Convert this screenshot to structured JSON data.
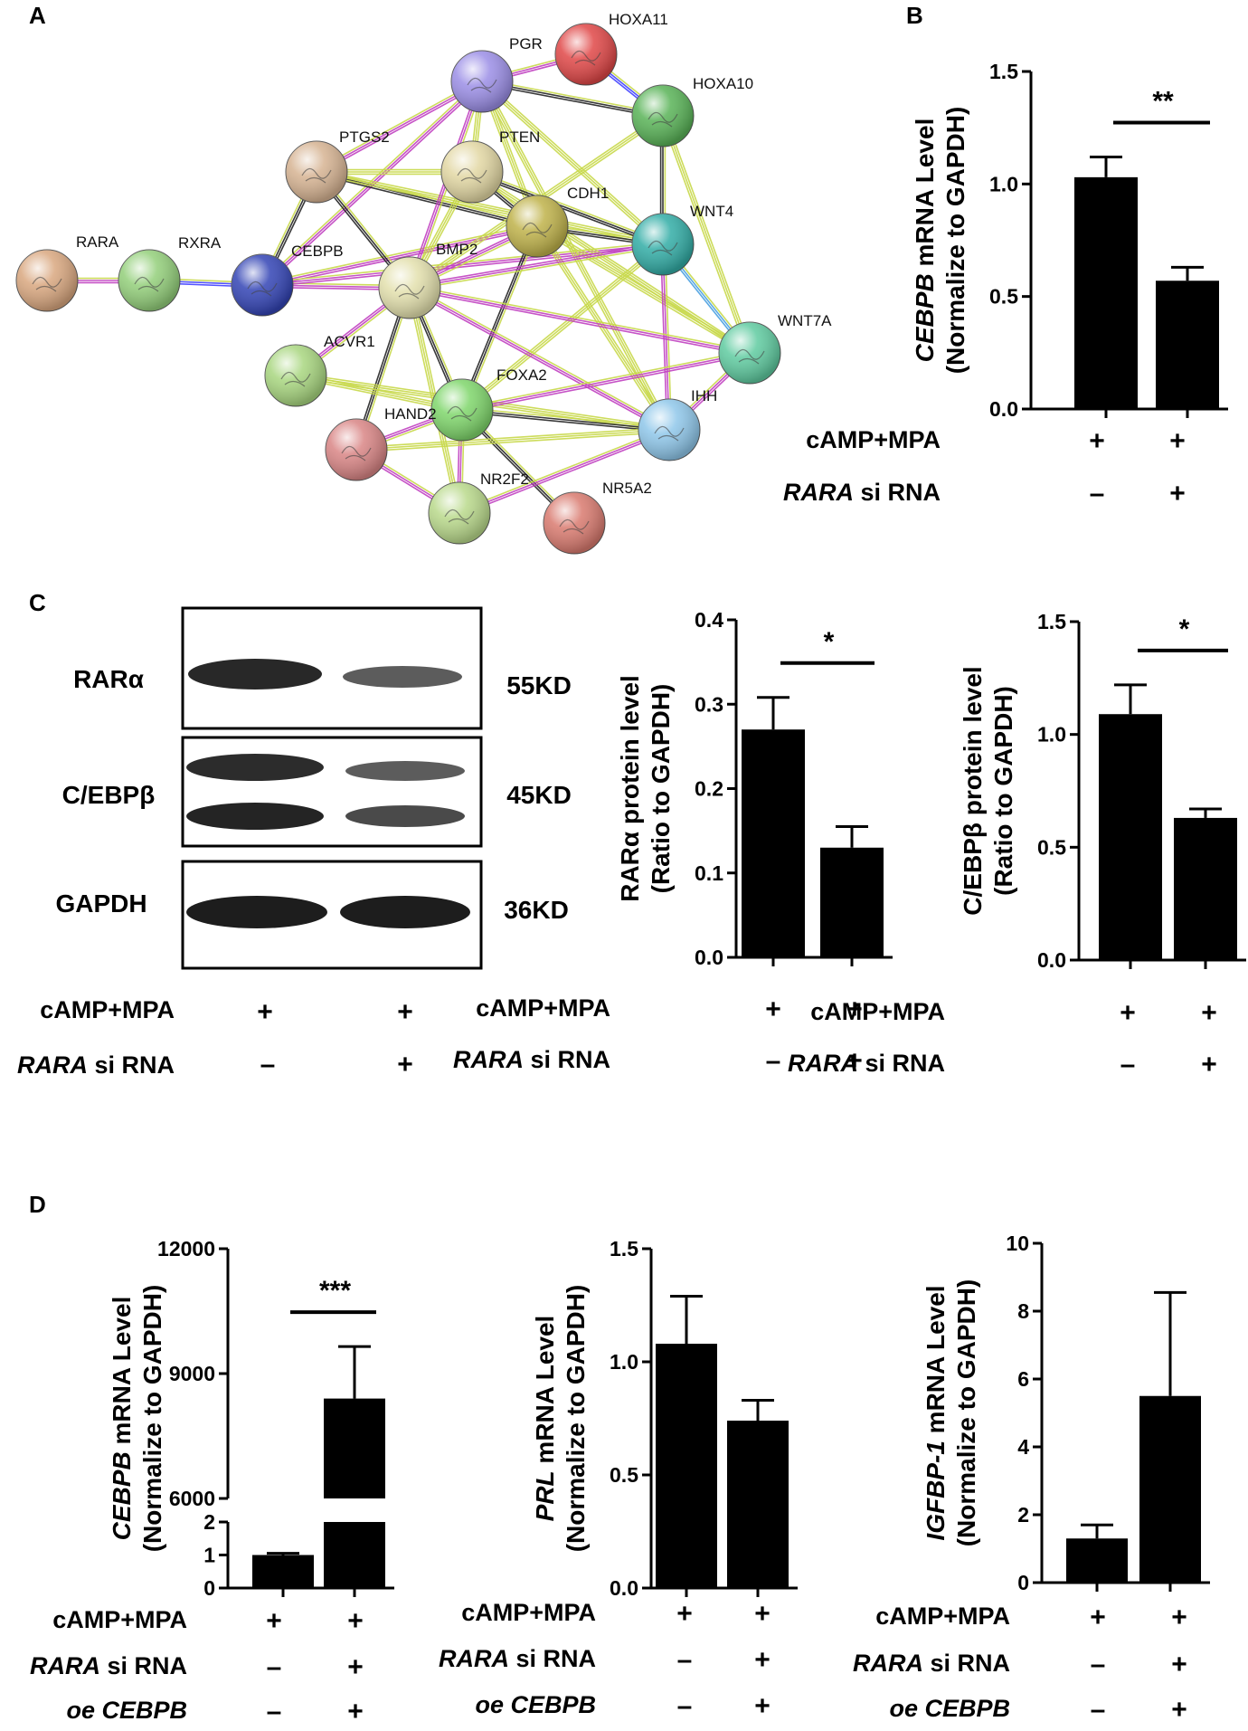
{
  "panels": [
    {
      "id": "A",
      "label": "A"
    },
    {
      "id": "B",
      "label": "B"
    },
    {
      "id": "C",
      "label": "C"
    },
    {
      "id": "D",
      "label": "D"
    }
  ],
  "network": {
    "nodes": [
      {
        "id": "RARA",
        "label": "RARA",
        "color": "#d9a77f"
      },
      {
        "id": "RXRA",
        "label": "RXRA",
        "color": "#93cf7a"
      },
      {
        "id": "CEBPB",
        "label": "CEBPB",
        "color": "#3344b5"
      },
      {
        "id": "PTGS2",
        "label": "PTGS2",
        "color": "#d6b392"
      },
      {
        "id": "PGR",
        "label": "PGR",
        "color": "#9b8ee6"
      },
      {
        "id": "HOXA11",
        "label": "HOXA11",
        "color": "#e04747"
      },
      {
        "id": "HOXA10",
        "label": "HOXA10",
        "color": "#59b357"
      },
      {
        "id": "PTEN",
        "label": "PTEN",
        "color": "#e2d7a3"
      },
      {
        "id": "CDH1",
        "label": "CDH1",
        "color": "#bfb24a"
      },
      {
        "id": "WNT4",
        "label": "WNT4",
        "color": "#32ada6"
      },
      {
        "id": "BMP2",
        "label": "BMP2",
        "color": "#e3e0ad"
      },
      {
        "id": "ACVR1",
        "label": "ACVR1",
        "color": "#a8d67f"
      },
      {
        "id": "WNT7A",
        "label": "WNT7A",
        "color": "#5fcba0"
      },
      {
        "id": "FOXA2",
        "label": "FOXA2",
        "color": "#7fd66b"
      },
      {
        "id": "HAND2",
        "label": "HAND2",
        "color": "#d98585"
      },
      {
        "id": "IHH",
        "label": "IHH",
        "color": "#8fc7ea"
      },
      {
        "id": "NR2F2",
        "label": "NR2F2",
        "color": "#b9d98b"
      },
      {
        "id": "NR5A2",
        "label": "NR5A2",
        "color": "#d97a6f"
      }
    ],
    "edges": [
      [
        "RARA",
        "RXRA",
        "#c040c0"
      ],
      [
        "RXRA",
        "CEBPB",
        "#4040ff"
      ],
      [
        "CEBPB",
        "PTGS2",
        "#222222"
      ],
      [
        "CEBPB",
        "PGR",
        "#c040c0"
      ],
      [
        "CEBPB",
        "BMP2",
        "#c040c0"
      ],
      [
        "CEBPB",
        "CDH1",
        "#c040c0"
      ],
      [
        "CEBPB",
        "WNT4",
        "#c040c0"
      ],
      [
        "PTGS2",
        "PGR",
        "#c040c0"
      ],
      [
        "PTGS2",
        "PTEN",
        "#c8d84a"
      ],
      [
        "PTGS2",
        "CDH1",
        "#222222"
      ],
      [
        "PTGS2",
        "BMP2",
        "#222222"
      ],
      [
        "PTGS2",
        "WNT4",
        "#c8d84a"
      ],
      [
        "PGR",
        "HOXA11",
        "#c040c0"
      ],
      [
        "PGR",
        "HOXA10",
        "#222222"
      ],
      [
        "PGR",
        "PTEN",
        "#c8d84a"
      ],
      [
        "PGR",
        "WNT4",
        "#c8d84a"
      ],
      [
        "PGR",
        "BMP2",
        "#c040c0"
      ],
      [
        "PGR",
        "CDH1",
        "#c8d84a"
      ],
      [
        "PGR",
        "IHH",
        "#c8d84a"
      ],
      [
        "HOXA11",
        "HOXA10",
        "#4040ff"
      ],
      [
        "HOXA10",
        "WNT4",
        "#222222"
      ],
      [
        "HOXA10",
        "BMP2",
        "#c8d84a"
      ],
      [
        "HOXA10",
        "WNT7A",
        "#c8d84a"
      ],
      [
        "PTEN",
        "CDH1",
        "#222222"
      ],
      [
        "PTEN",
        "WNT4",
        "#222222"
      ],
      [
        "PTEN",
        "BMP2",
        "#c8d84a"
      ],
      [
        "PTEN",
        "WNT7A",
        "#c8d84a"
      ],
      [
        "CDH1",
        "WNT4",
        "#222222"
      ],
      [
        "CDH1",
        "BMP2",
        "#c040c0"
      ],
      [
        "CDH1",
        "FOXA2",
        "#222222"
      ],
      [
        "CDH1",
        "WNT7A",
        "#c8d84a"
      ],
      [
        "CDH1",
        "IHH",
        "#c8d84a"
      ],
      [
        "WNT4",
        "WNT7A",
        "#4aa0e0"
      ],
      [
        "WNT4",
        "BMP2",
        "#c040c0"
      ],
      [
        "WNT4",
        "IHH",
        "#c040c0"
      ],
      [
        "WNT4",
        "FOXA2",
        "#c8d84a"
      ],
      [
        "BMP2",
        "ACVR1",
        "#c040c0"
      ],
      [
        "BMP2",
        "FOXA2",
        "#222222"
      ],
      [
        "BMP2",
        "HAND2",
        "#222222"
      ],
      [
        "BMP2",
        "IHH",
        "#c040c0"
      ],
      [
        "BMP2",
        "WNT7A",
        "#c040c0"
      ],
      [
        "BMP2",
        "NR2F2",
        "#c8d84a"
      ],
      [
        "ACVR1",
        "FOXA2",
        "#c8d84a"
      ],
      [
        "ACVR1",
        "IHH",
        "#c8d84a"
      ],
      [
        "FOXA2",
        "HAND2",
        "#c040c0"
      ],
      [
        "FOXA2",
        "IHH",
        "#222222"
      ],
      [
        "FOXA2",
        "WNT7A",
        "#c040c0"
      ],
      [
        "FOXA2",
        "NR2F2",
        "#c040c0"
      ],
      [
        "FOXA2",
        "NR5A2",
        "#222222"
      ],
      [
        "HAND2",
        "IHH",
        "#c8d84a"
      ],
      [
        "HAND2",
        "NR2F2",
        "#c040c0"
      ],
      [
        "NR2F2",
        "IHH",
        "#c040c0"
      ],
      [
        "IHH",
        "WNT7A",
        "#c040c0"
      ]
    ]
  },
  "blot": {
    "rows": [
      {
        "protein": "RARα",
        "size": "55KD"
      },
      {
        "protein": "C/EBPβ",
        "size": "45KD"
      },
      {
        "protein": "GAPDH",
        "size": "36KD"
      }
    ]
  },
  "treatment_labels": {
    "camp_mpa": "cAMP+MPA",
    "rara_italic": "RARA",
    "rara_suffix": " si RNA",
    "oe_italic": "oe CEBPB"
  },
  "signs": {
    "plus": "+",
    "minus": "–"
  },
  "chart_data": [
    {
      "id": "B",
      "type": "bar",
      "categories": [
        "cAMP+MPA +, RARA si RNA –",
        "cAMP+MPA +, RARA si RNA +"
      ],
      "values": [
        1.03,
        0.57
      ],
      "errors": [
        0.09,
        0.06
      ],
      "ylabel_italic": "CEBPB",
      "ylabel_rest": " mRNA Level",
      "ylabel_line2": "(Normalize to GAPDH)",
      "ylim": [
        0,
        1.5
      ],
      "yticks": [
        "0.0",
        "0.5",
        "1.0",
        "1.5"
      ],
      "significance": "**",
      "rows": [
        [
          "+",
          "+"
        ],
        [
          "–",
          "+"
        ]
      ]
    },
    {
      "id": "C1",
      "type": "bar",
      "categories": [
        "cAMP+MPA +, RARA si RNA –",
        "cAMP+MPA +, RARA si RNA +"
      ],
      "values": [
        0.27,
        0.13
      ],
      "errors": [
        0.038,
        0.025
      ],
      "ylabel_italic": "",
      "ylabel_rest": "RARα protein level",
      "ylabel_line2": "(Ratio to GAPDH)",
      "ylim": [
        0,
        0.4
      ],
      "yticks": [
        "0.0",
        "0.1",
        "0.2",
        "0.3",
        "0.4"
      ],
      "significance": "*",
      "rows": [
        [
          "+",
          "+"
        ],
        [
          "–",
          "+"
        ]
      ]
    },
    {
      "id": "C2",
      "type": "bar",
      "categories": [
        "cAMP+MPA +, RARA si RNA –",
        "cAMP+MPA +, RARA si RNA +"
      ],
      "values": [
        1.09,
        0.63
      ],
      "errors": [
        0.13,
        0.04
      ],
      "ylabel_italic": "",
      "ylabel_rest": "C/EBPβ protein level",
      "ylabel_line2": "(Ratio to GAPDH)",
      "ylim": [
        0,
        1.5
      ],
      "yticks": [
        "0.0",
        "0.5",
        "1.0",
        "1.5"
      ],
      "significance": "*",
      "rows": [
        [
          "+",
          "+"
        ],
        [
          "–",
          "+"
        ]
      ]
    },
    {
      "id": "D1",
      "type": "bar",
      "categories": [
        "cAMP+MPA +, RARA si RNA –, oe CEBPB –",
        "cAMP+MPA +, RARA si RNA +, oe CEBPB +"
      ],
      "values": [
        1.0,
        8400
      ],
      "errors": [
        0.05,
        1250
      ],
      "ylabel_italic": "CEBPB",
      "ylabel_rest": " mRNA Level",
      "ylabel_line2": "(Normalize to GAPDH)",
      "ylim": [
        0,
        12000
      ],
      "axis_break": [
        2,
        6000
      ],
      "yticks_low": [
        "0",
        "1",
        "2"
      ],
      "yticks_high": [
        "6000",
        "9000",
        "12000"
      ],
      "significance": "***",
      "rows": [
        [
          "+",
          "+"
        ],
        [
          "–",
          "+"
        ],
        [
          "–",
          "+"
        ]
      ]
    },
    {
      "id": "D2",
      "type": "bar",
      "categories": [
        "cAMP+MPA +, RARA si RNA –, oe CEBPB –",
        "cAMP+MPA +, RARA si RNA +, oe CEBPB +"
      ],
      "values": [
        1.08,
        0.74
      ],
      "errors": [
        0.21,
        0.09
      ],
      "ylabel_italic": "PRL",
      "ylabel_rest": "  mRNA Level",
      "ylabel_line2": "(Normalize to GAPDH)",
      "ylim": [
        0,
        1.5
      ],
      "yticks": [
        "0.0",
        "0.5",
        "1.0",
        "1.5"
      ],
      "significance": "",
      "rows": [
        [
          "+",
          "+"
        ],
        [
          "–",
          "+"
        ],
        [
          "–",
          "+"
        ]
      ]
    },
    {
      "id": "D3",
      "type": "bar",
      "categories": [
        "cAMP+MPA +, RARA si RNA –, oe CEBPB –",
        "cAMP+MPA +, RARA si RNA +, oe CEBPB +"
      ],
      "values": [
        1.3,
        5.5
      ],
      "errors": [
        0.4,
        3.05
      ],
      "ylabel_italic": "IGFBP-1",
      "ylabel_rest": " mRNA Level",
      "ylabel_line2": "(Normalize to GAPDH)",
      "ylim": [
        0,
        10
      ],
      "yticks": [
        "0",
        "2",
        "4",
        "6",
        "8",
        "10"
      ],
      "significance": "",
      "rows": [
        [
          "+",
          "+"
        ],
        [
          "–",
          "+"
        ],
        [
          "–",
          "+"
        ]
      ]
    }
  ]
}
